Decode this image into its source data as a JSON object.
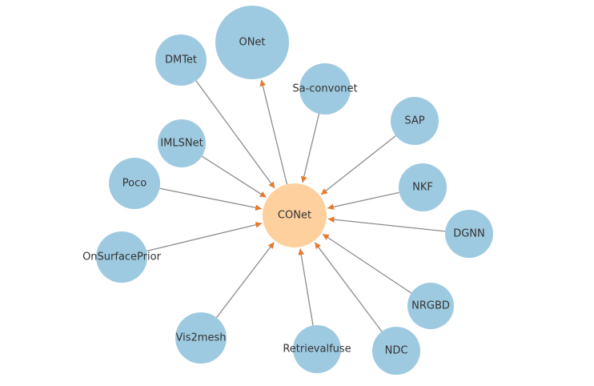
{
  "graph": {
    "center": {
      "label": "CONet"
    },
    "nodes": [
      {
        "id": "onet",
        "label": "ONet"
      },
      {
        "id": "dmtet",
        "label": "DMTet"
      },
      {
        "id": "sa-convonet",
        "label": "Sa-convonet"
      },
      {
        "id": "sap",
        "label": "SAP"
      },
      {
        "id": "imlsnet",
        "label": "IMLSNet"
      },
      {
        "id": "poco",
        "label": "Poco"
      },
      {
        "id": "nkf",
        "label": "NKF"
      },
      {
        "id": "dgnn",
        "label": "DGNN"
      },
      {
        "id": "onsurfaceprior",
        "label": "OnSurfacePrior"
      },
      {
        "id": "nrgbd",
        "label": "NRGBD"
      },
      {
        "id": "vis2mesh",
        "label": "Vis2mesh"
      },
      {
        "id": "retrievalfuse",
        "label": "Retrievalfuse"
      },
      {
        "id": "ndc",
        "label": "NDC"
      }
    ],
    "edge_direction": "from-center-to-onet, all others into-center",
    "colors": {
      "center_fill": "#fdd09e",
      "node_fill": "#9ecae1",
      "edge": "#8c8c8c",
      "arrow": "#e6792b",
      "label": "#333333"
    }
  }
}
